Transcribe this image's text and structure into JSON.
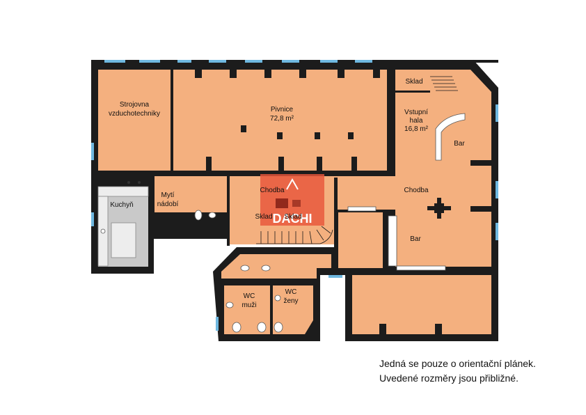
{
  "rooms": {
    "strojovna_line1": "Strojovna",
    "strojovna_line2": "vzduchotechniky",
    "pivnice_name": "Pivnice",
    "pivnice_area": "72,8 m²",
    "sklad_top": "Sklad",
    "vstupni_line1": "Vstupní",
    "vstupni_line2": "hala",
    "vstupni_area": "16,8 m²",
    "bar_upper": "Bar",
    "chodba_right": "Chodba",
    "bar_lower": "Bar",
    "kuchyn": "Kuchyň",
    "myti_line1": "Mytí",
    "myti_line2": "nádobí",
    "chodba_center": "Chodba",
    "sklad_left": "Sklad",
    "sklad_right": "Sklad",
    "wc_muzi_line1": "WC",
    "wc_muzi_line2": "muži",
    "wc_zeny_line1": "WC",
    "wc_zeny_line2": "ženy"
  },
  "logo": {
    "text": "DACHI"
  },
  "note": {
    "line1": "Jedná se pouze o orientační plánek.",
    "line2": "Uvedené rozměry jsou přibližné."
  },
  "colors": {
    "wall": "#1c1c1c",
    "floor": "#f4b07f",
    "kitchen_floor": "#c9c9c9",
    "window": "#6fb8e0",
    "logo": "#e8553a"
  }
}
